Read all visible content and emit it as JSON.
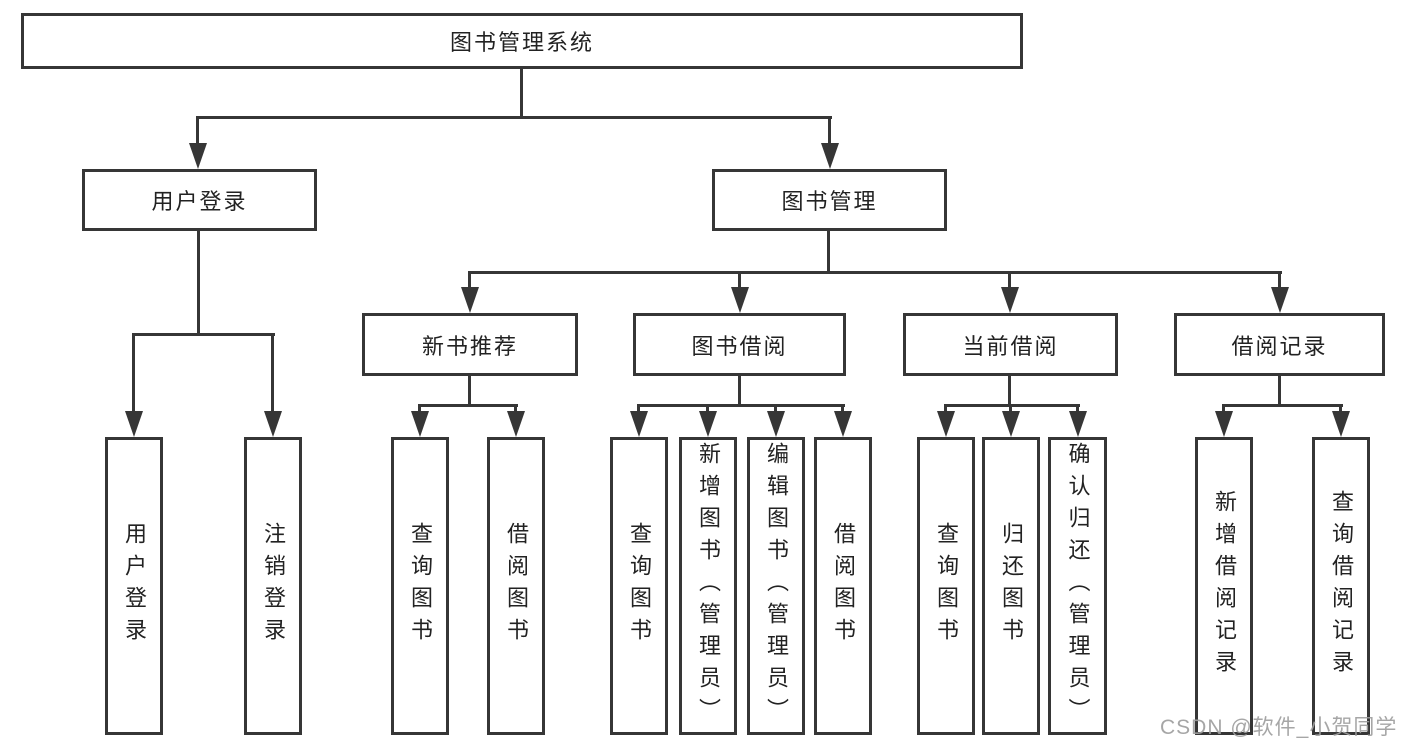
{
  "diagram": {
    "title": "图书管理系统",
    "level2": {
      "user_login": "用户登录",
      "book_management": "图书管理"
    },
    "level3": {
      "new_book_recommend": "新书推荐",
      "book_borrow": "图书借阅",
      "current_borrow": "当前借阅",
      "borrow_record": "借阅记录"
    },
    "leaves": {
      "user_login": "用户登录",
      "logout": "注销登录",
      "nb_query_book": "查询图书",
      "nb_borrow_book": "借阅图书",
      "bb_query_book": "查询图书",
      "bb_add_book": "新增图书（管理员）",
      "bb_edit_book": "编辑图书（管理员）",
      "bb_borrow_book": "借阅图书",
      "cb_query_book": "查询图书",
      "cb_return_book": "归还图书",
      "cb_confirm_return": "确认归还（管理员）",
      "br_add_record": "新增借阅记录",
      "br_query_record": "查询借阅记录"
    }
  },
  "watermark": "CSDN @软件_小贺同学",
  "colors": {
    "line": "#363636",
    "text": "#222222",
    "background": "#ffffff",
    "watermark": "#9e9e9e"
  }
}
